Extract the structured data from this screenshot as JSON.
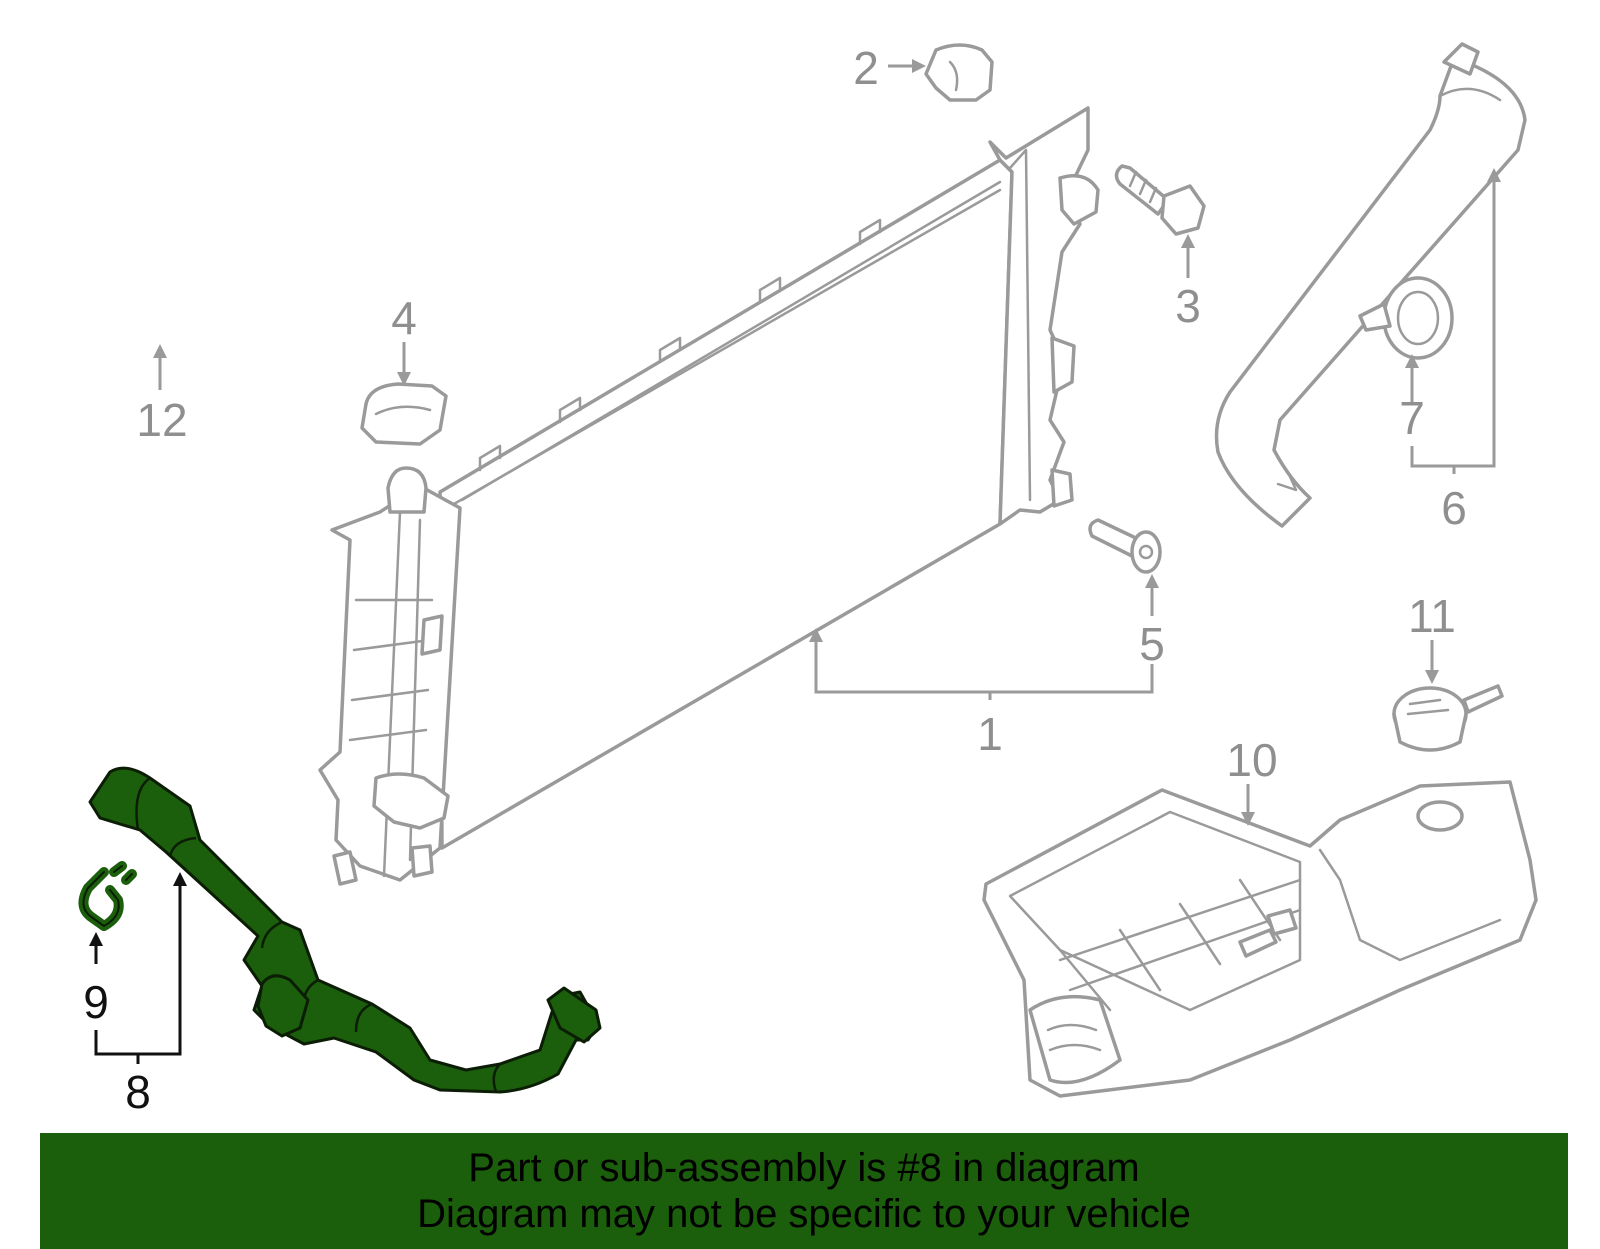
{
  "callouts": {
    "c1": "1",
    "c2": "2",
    "c3": "3",
    "c4": "4",
    "c5": "5",
    "c6": "6",
    "c7": "7",
    "c8": "8",
    "c9": "9",
    "c10": "10",
    "c11": "11",
    "c12": "12"
  },
  "highlight": {
    "part_number": "8",
    "color": "#1b5e0b",
    "outline_color": "#0b1d05"
  },
  "banner": {
    "line1": "Part or sub-assembly is #8 in diagram",
    "line2": "Diagram may not be specific to your vehicle",
    "background": "#1b5e0b"
  },
  "colors": {
    "line_art": "#9a9a9a",
    "callout_text": "#8f8f8f",
    "highlight_callout": "#111111"
  }
}
